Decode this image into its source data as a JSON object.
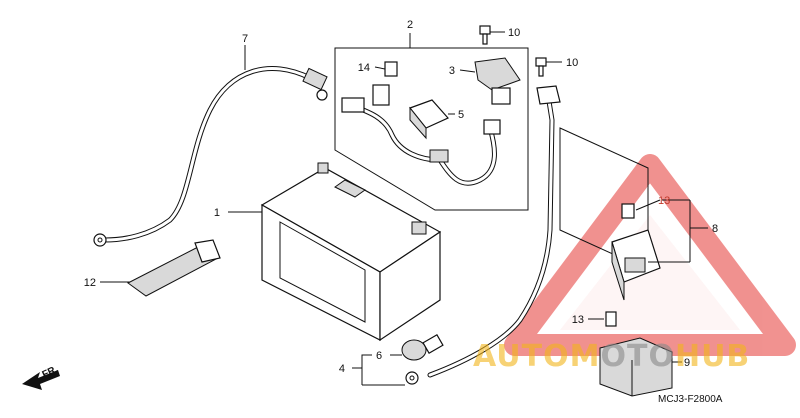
{
  "callouts": {
    "c1": "1",
    "c2": "2",
    "c3": "3",
    "c4": "4",
    "c5": "5",
    "c6": "6",
    "c7": "7",
    "c8": "8",
    "c9": "9",
    "c10a": "10",
    "c10b": "10",
    "c12": "12",
    "c13a": "13",
    "c13b": "13",
    "c14": "14"
  },
  "direction": "FR.",
  "drawing_code": "MCJ3-F2800A",
  "watermark": {
    "text_pre": "AUTOM",
    "text_mid": "OTO",
    "text_post": "HUB",
    "colors": {
      "red": "#e53935",
      "yellow": "#f3b51a",
      "grey": "#8a8a8a"
    }
  },
  "colors": {
    "ink": "#111111",
    "accent": "#c0392b"
  }
}
